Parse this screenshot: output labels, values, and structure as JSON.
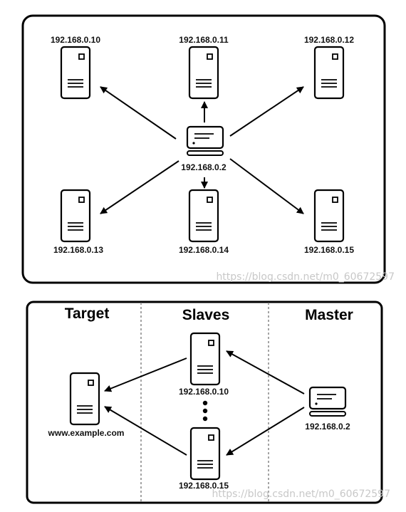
{
  "top_diagram": {
    "center_ip": "192.168.0.2",
    "servers": [
      "192.168.0.10",
      "192.168.0.11",
      "192.168.0.12",
      "192.168.0.13",
      "192.168.0.14",
      "192.168.0.15"
    ]
  },
  "bottom_diagram": {
    "headers": {
      "target": "Target",
      "slaves": "Slaves",
      "master": "Master"
    },
    "target_label": "www.example.com",
    "slave_top_ip": "192.168.0.10",
    "slave_bottom_ip": "192.168.0.15",
    "master_ip": "192.168.0.2"
  },
  "watermark": "https://blog.csdn.net/m0_60672597"
}
